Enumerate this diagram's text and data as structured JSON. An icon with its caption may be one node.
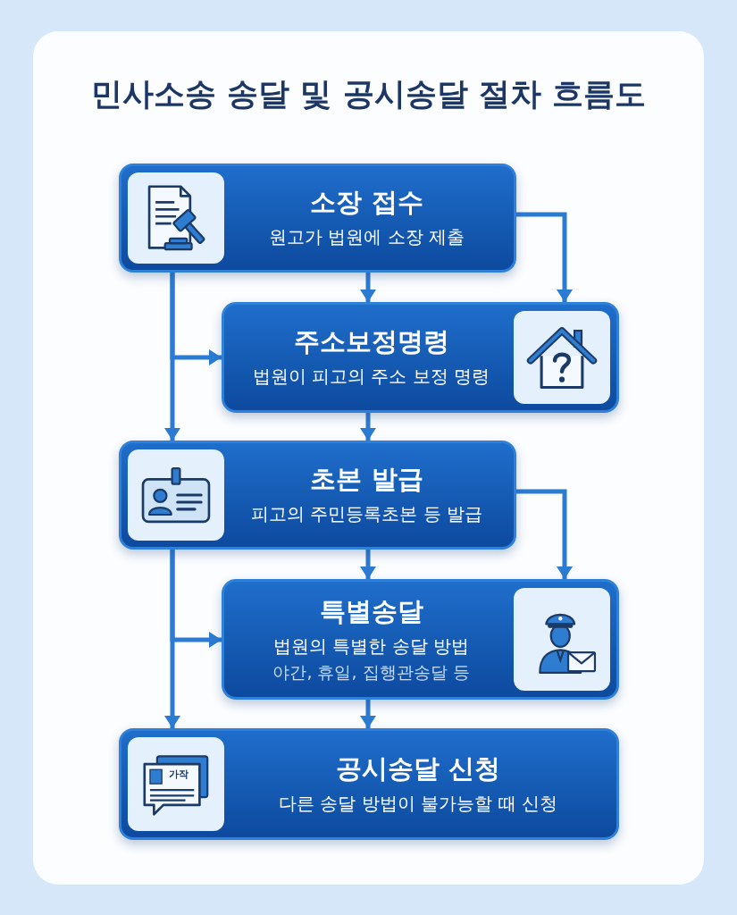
{
  "diagram": {
    "title": "민사소송 송달 및 공시송달 절차 흐름도",
    "nodes": [
      {
        "text": [
          "소장 접수",
          "원고가 법원에 소장 제출"
        ]
      },
      {
        "text": [
          "주소보정명령",
          "법원이 피고의 주소 보정 명령"
        ]
      },
      {
        "text": [
          "초본 발급",
          "피고의 주민등록초본 등 발급"
        ]
      },
      {
        "text": [
          "특별송달",
          "법원의 특별한 송달 방법",
          "야간, 휴일, 집행관송달 등"
        ]
      },
      {
        "text": [
          "공시송달 신청",
          "다른 송달 방법이 불가능할 때 신청"
        ]
      }
    ],
    "edges": [
      {
        "from": 0,
        "to": 1,
        "arrow": "to"
      },
      {
        "from": 0,
        "to": 1,
        "arrow": "to"
      },
      {
        "from": 0,
        "to": 1,
        "arrow": "to"
      },
      {
        "from": 0,
        "to": 2,
        "arrow": "to"
      },
      {
        "from": 1,
        "to": 2,
        "arrow": "to"
      },
      {
        "from": 2,
        "to": 3,
        "arrow": "to"
      },
      {
        "from": 2,
        "to": 3,
        "arrow": "to"
      },
      {
        "from": 2,
        "to": 3,
        "arrow": "to"
      },
      {
        "from": 2,
        "to": 4,
        "arrow": "to"
      },
      {
        "from": 3,
        "to": 4,
        "arrow": "to"
      }
    ],
    "labels": [
      "가작"
    ]
  }
}
